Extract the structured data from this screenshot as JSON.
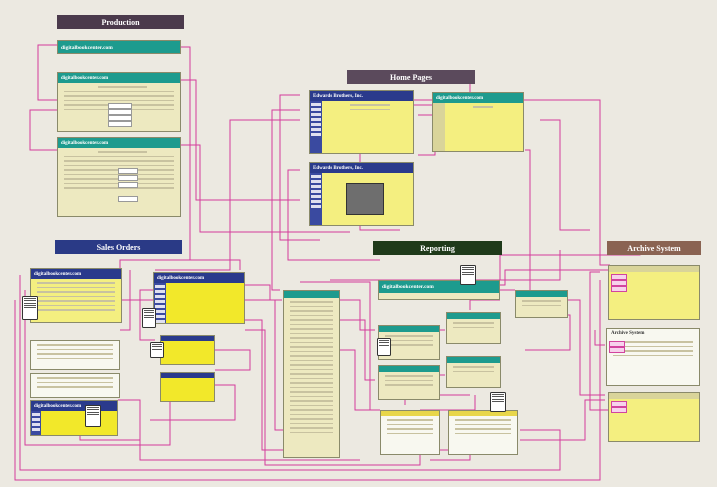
{
  "sections": {
    "production": "Production",
    "home_pages": "Home Pages",
    "sales_orders": "Sales Orders",
    "reporting": "Reporting",
    "archive_system": "Archive System"
  },
  "brands": {
    "dbc": "digitalbookcenter.com",
    "eb": "Edwards Brothers, Inc.",
    "archive": "Archive System"
  },
  "colors": {
    "link_lines": "#d43c9c",
    "window_teal": "#1d9b8e",
    "window_blue": "#2a3a8c"
  }
}
